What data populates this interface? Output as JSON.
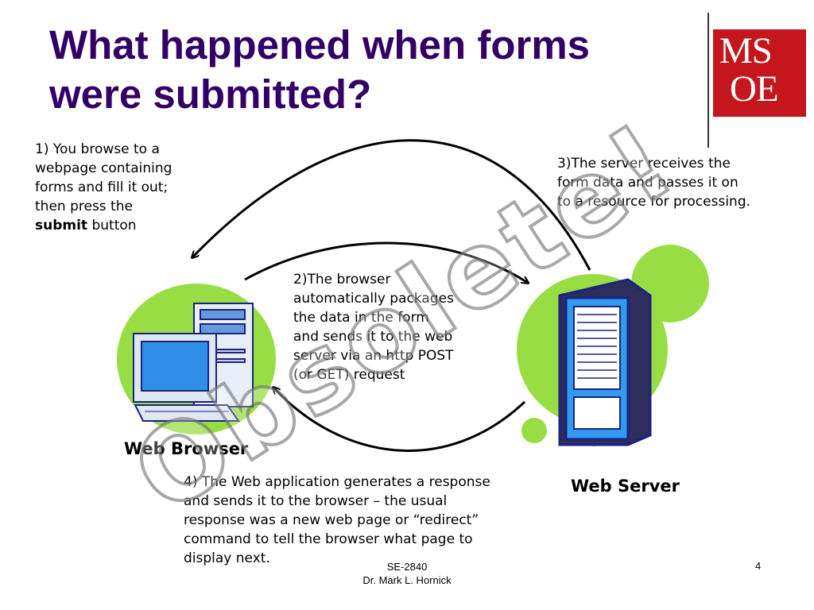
{
  "slide": {
    "title_line1": "What happened when forms",
    "title_line2": "were submitted?",
    "logo_line1": "MS",
    "logo_line2": "OE",
    "step1": {
      "l1": "1) You browse to a",
      "l2": "webpage containing",
      "l3": "forms and fill it out;",
      "l4": "then press the",
      "l5_bold": "submit",
      "l5_rest": " button"
    },
    "step2": [
      "2)The browser",
      "automatically packages",
      "the data in the form",
      "and sends it to the web",
      "server via an http POST",
      "(or GET) request"
    ],
    "step3": [
      "3)The server receives the",
      "form data and passes it on",
      "to a resource for processing."
    ],
    "step4": [
      "4) The Web application generates a response",
      "and sends it to the browser – the usual",
      "response was a new web page or “redirect”",
      "command to tell the browser what page to",
      "display next."
    ],
    "browser_label": "Web Browser",
    "server_label": "Web Server",
    "watermark": "Obsolete!",
    "footer_line1": "SE-2840",
    "footer_line2": "Dr. Mark L. Hornick",
    "page_number": "4",
    "colors": {
      "title": "#330066",
      "logo_bg": "#c4161c",
      "blob": "#99dd44",
      "server_blue": "#3399ee"
    }
  }
}
